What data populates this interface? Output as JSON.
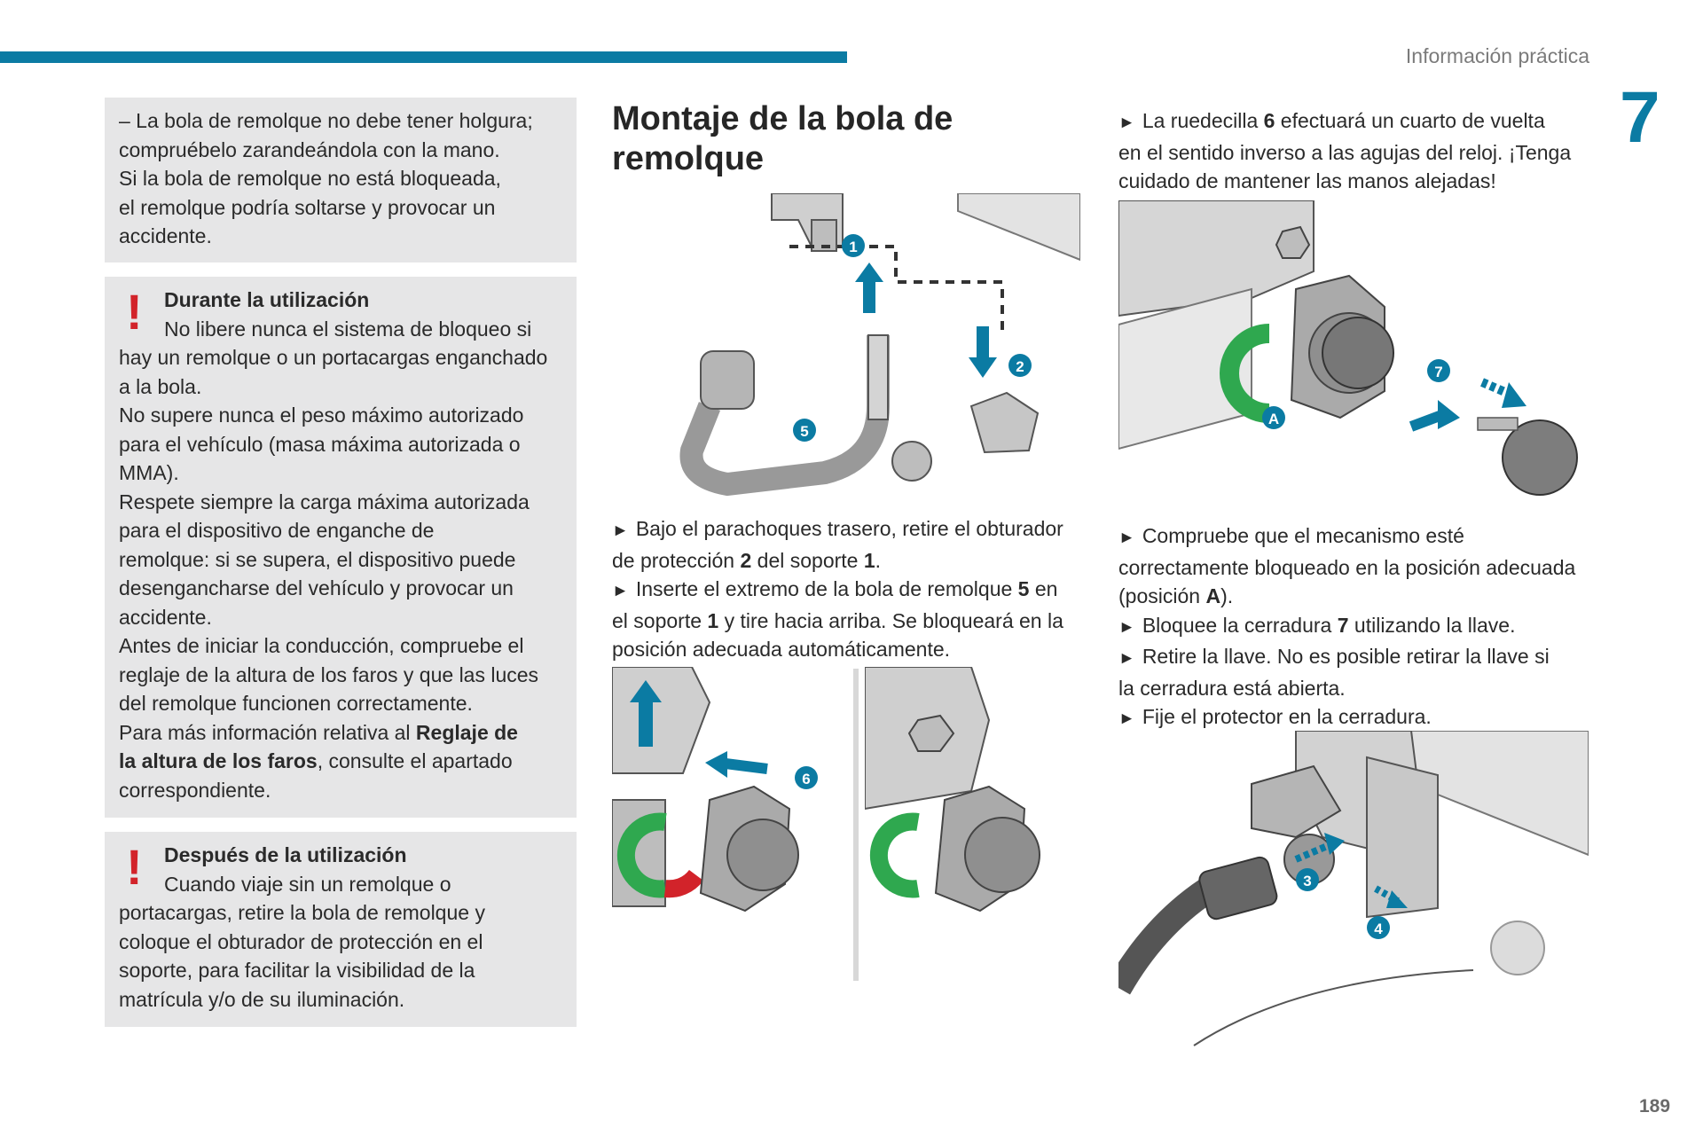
{
  "header": {
    "section": "Información práctica",
    "chapter": "7",
    "page_number": "189"
  },
  "box1": {
    "lines": [
      "– La bola de remolque no debe tener holgura;",
      "compruébelo zarandeándola con la mano.",
      "Si la bola de remolque no está bloqueada,",
      "el remolque podría soltarse y provocar un",
      "accidente."
    ]
  },
  "warning1": {
    "title": "Durante la utilización",
    "first_line": "No libere nunca el sistema de bloqueo si",
    "lines": [
      "hay un remolque o un portacargas enganchado",
      "a la bola.",
      "No supere nunca el peso máximo autorizado",
      "para el vehículo (masa máxima autorizada o",
      "MMA).",
      "Respete siempre la carga máxima autorizada",
      "para el dispositivo de enganche de",
      "remolque: si se supera, el dispositivo puede",
      "desengancharse del vehículo y provocar un",
      "accidente.",
      "Antes de iniciar la conducción, compruebe el",
      "reglaje de la altura de los faros y que las luces",
      "del remolque funcionen correctamente."
    ],
    "ref_prefix": "Para más información relativa al ",
    "ref_bold_1": "Reglaje de",
    "ref_bold_2": "la altura de los faros",
    "ref_suffix": ", consulte el apartado",
    "ref_last": "correspondiente."
  },
  "warning2": {
    "title": "Después de la utilización",
    "first_line": "Cuando viaje sin un remolque o",
    "lines": [
      "portacargas, retire la bola de remolque y",
      "coloque el obturador de protección en el",
      "soporte, para facilitar la visibilidad de la",
      "matrícula y/o de su iluminación."
    ]
  },
  "section_title": "Montaje de la bola de remolque",
  "col2": {
    "step1_a": "Bajo el parachoques trasero, retire el obturador",
    "step1_b": "de protección ",
    "step1_n1": "2",
    "step1_c": " del soporte ",
    "step1_n2": "1",
    "step1_d": ".",
    "step2_a": "Inserte el extremo de la bola de remolque ",
    "step2_n1": "5",
    "step2_b": " en",
    "step2_c": "el soporte ",
    "step2_n2": "1",
    "step2_d": " y tire hacia arriba. Se bloqueará en la",
    "step2_e": "posición adecuada automáticamente."
  },
  "col3a": {
    "a": "La ruedecilla ",
    "n": "6",
    "b": " efectuará un cuarto de vuelta",
    "c": "en el sentido inverso a las agujas del reloj. ¡Tenga",
    "d": "cuidado de mantener las manos alejadas!"
  },
  "col3b": {
    "s1a": "Compruebe que el mecanismo esté",
    "s1b": "correctamente bloqueado en la posición adecuada",
    "s1c": "(posición ",
    "s1n": "A",
    "s1d": ").",
    "s2a": "Bloquee la cerradura ",
    "s2n": "7",
    "s2b": " utilizando la llave.",
    "s3a": "Retire la llave. No es posible retirar la llave si",
    "s3b": "la cerradura está abierta.",
    "s4": "Fije el protector en la cerradura."
  },
  "callouts": {
    "c1": "1",
    "c2": "2",
    "c3": "3",
    "c4": "4",
    "c5": "5",
    "c6": "6",
    "c7": "7",
    "cA": "A"
  },
  "colors": {
    "accent": "#0b7ba3",
    "warning": "#d2232a",
    "box": "#e6e6e7",
    "green": "#2fa84f",
    "red": "#d2232a"
  }
}
